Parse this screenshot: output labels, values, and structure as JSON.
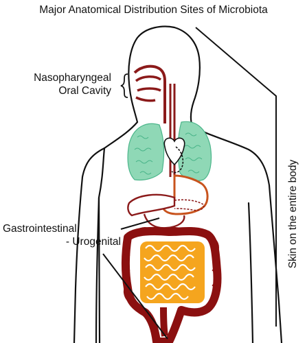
{
  "title": "Major Anatomical Distribution Sites of Microbiota",
  "labels": {
    "naso_line1": "Nasopharyngeal",
    "naso_line2": "Oral Cavity",
    "gi_line1": "Gastrointestinal",
    "gi_line2": "- Urogenital",
    "skin": "Skin on the entire body"
  },
  "colors": {
    "outline": "#111111",
    "lungs": "#8fd8b6",
    "lung_texture": "#4bb58a",
    "gut_wall": "#8b1010",
    "small_intestine_fill": "#f5a51e",
    "small_intestine_lines": "#ffffff",
    "esophagus": "#8b1a1a",
    "stomach": "#c8531d"
  }
}
